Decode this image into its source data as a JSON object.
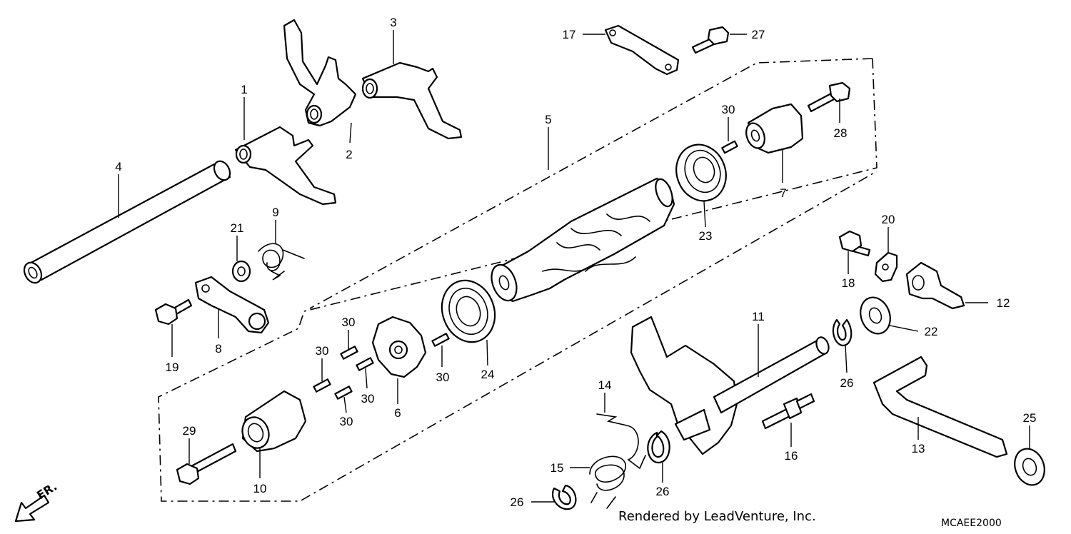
{
  "diagram": {
    "credit": "Rendered by LeadVenture, Inc.",
    "code": "MCAEE2000",
    "direction_label": "FR.",
    "callouts": [
      {
        "id": "c1",
        "text": "1"
      },
      {
        "id": "c2",
        "text": "2"
      },
      {
        "id": "c3",
        "text": "3"
      },
      {
        "id": "c4",
        "text": "4"
      },
      {
        "id": "c5",
        "text": "5"
      },
      {
        "id": "c6",
        "text": "6"
      },
      {
        "id": "c7",
        "text": "7"
      },
      {
        "id": "c8",
        "text": "8"
      },
      {
        "id": "c9",
        "text": "9"
      },
      {
        "id": "c10",
        "text": "10"
      },
      {
        "id": "c11",
        "text": "11"
      },
      {
        "id": "c12",
        "text": "12"
      },
      {
        "id": "c13",
        "text": "13"
      },
      {
        "id": "c14",
        "text": "14"
      },
      {
        "id": "c15",
        "text": "15"
      },
      {
        "id": "c16",
        "text": "16"
      },
      {
        "id": "c17",
        "text": "17"
      },
      {
        "id": "c18",
        "text": "18"
      },
      {
        "id": "c19",
        "text": "19"
      },
      {
        "id": "c20",
        "text": "20"
      },
      {
        "id": "c21",
        "text": "21"
      },
      {
        "id": "c22",
        "text": "22"
      },
      {
        "id": "c23",
        "text": "23"
      },
      {
        "id": "c24",
        "text": "24"
      },
      {
        "id": "c25",
        "text": "25"
      },
      {
        "id": "c26a",
        "text": "26"
      },
      {
        "id": "c26b",
        "text": "26"
      },
      {
        "id": "c26c",
        "text": "26"
      },
      {
        "id": "c27",
        "text": "27"
      },
      {
        "id": "c28",
        "text": "28"
      },
      {
        "id": "c29",
        "text": "29"
      },
      {
        "id": "c30a",
        "text": "30"
      },
      {
        "id": "c30b",
        "text": "30"
      },
      {
        "id": "c30c",
        "text": "30"
      },
      {
        "id": "c30d",
        "text": "30"
      },
      {
        "id": "c30e",
        "text": "30"
      },
      {
        "id": "c30f",
        "text": "30"
      }
    ]
  }
}
